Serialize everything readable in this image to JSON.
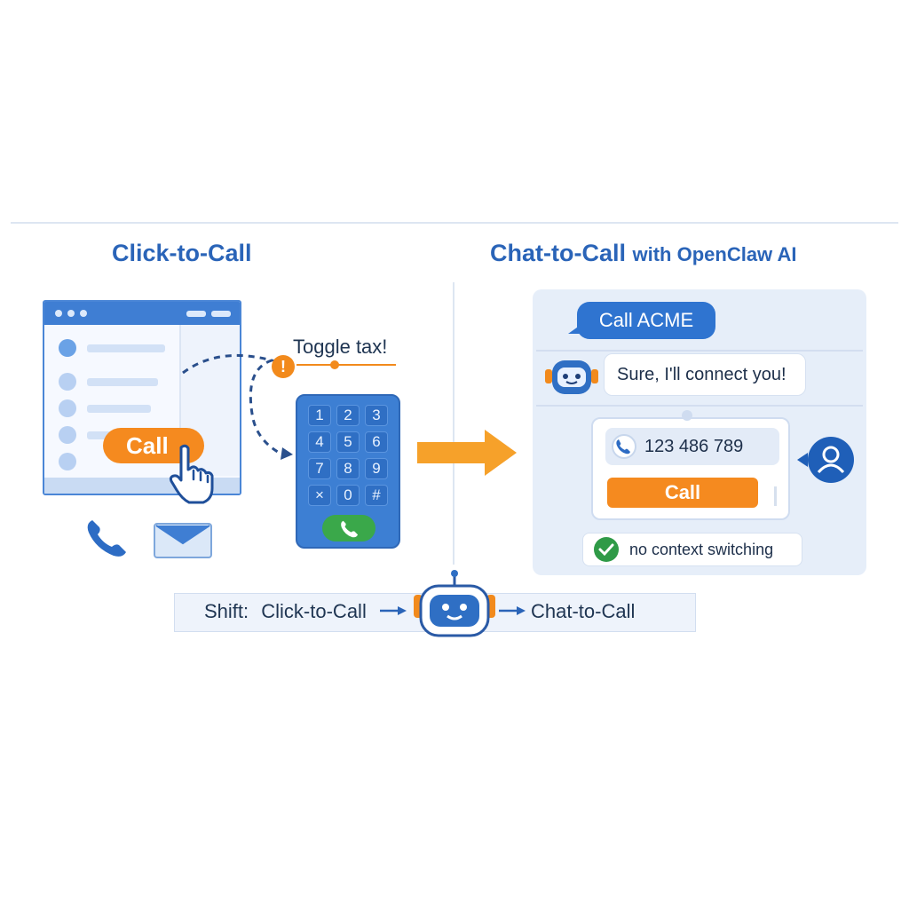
{
  "left": {
    "heading": "Click-to-Call",
    "call_button": "Call",
    "annotation": "Toggle tax!",
    "warning_mark": "!",
    "keypad_keys": [
      "1",
      "2",
      "3",
      "4",
      "5",
      "6",
      "7",
      "8",
      "9",
      "×",
      "0",
      "#"
    ]
  },
  "right": {
    "heading_main": "Chat-to-Call",
    "heading_suffix": "with OpenClaw AI",
    "user_message": "Call ACME",
    "bot_message": "Sure, I'll connect you!",
    "phone_number": "123 486 789",
    "call_button": "Call",
    "benefit": "no context switching"
  },
  "shift": {
    "prefix": "Shift:",
    "from": "Click-to-Call",
    "to": "Chat-to-Call"
  },
  "colors": {
    "brand_blue": "#2a64b8",
    "call_orange": "#f58a1f",
    "success_green": "#2f9a47"
  },
  "icons": [
    "phone-icon",
    "mail-icon",
    "hand-pointer-icon",
    "robot-icon",
    "user-avatar-icon",
    "check-icon",
    "arrow-right-icon",
    "warning-icon"
  ]
}
